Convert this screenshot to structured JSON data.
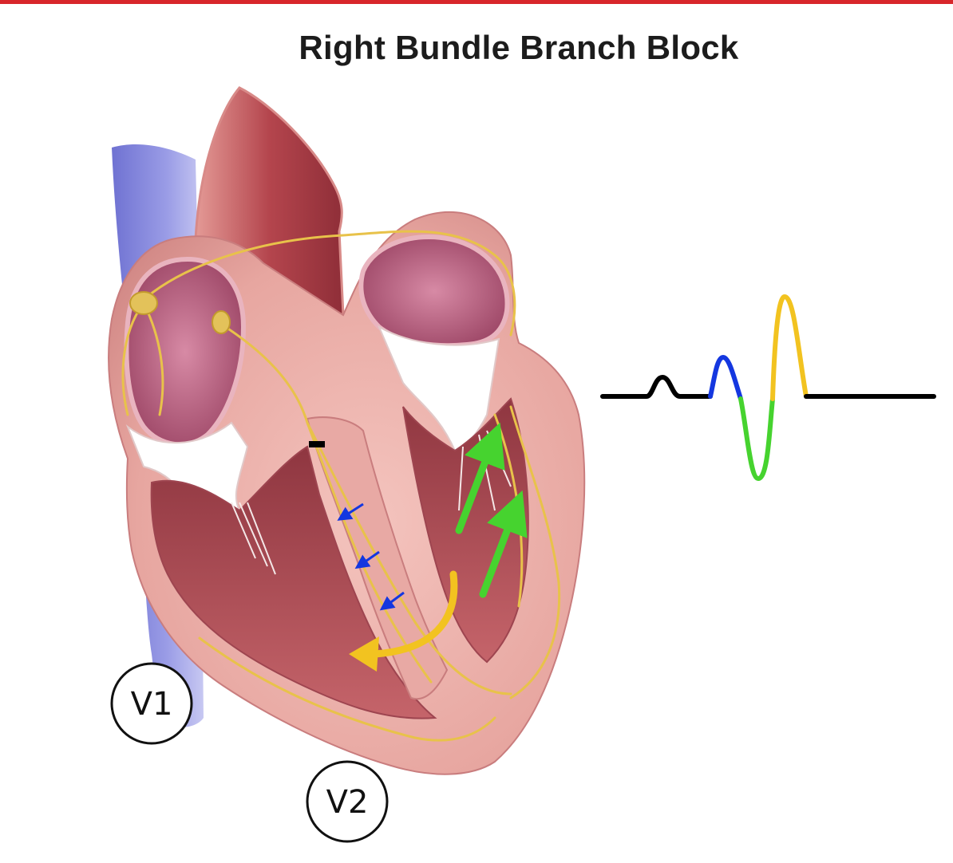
{
  "title": "Right Bundle Branch Block",
  "leads": {
    "v1": "V1",
    "v2": "V2"
  },
  "colors": {
    "accent_rule": "#d8262b",
    "vein": "#8d8fdc",
    "heart_wall": "#e6a4a0",
    "heart_chamber": "#b24e54",
    "conduction": "#e8c24a",
    "ecg_baseline": "#000000",
    "ecg_r": "#1437e0",
    "ecg_s": "#46d32f",
    "ecg_r_prime": "#f2c320",
    "depolarization_arrow_left": "#f2c320",
    "depolarization_arrow_right": "#46d32f",
    "septal_arrows": "#1437e0",
    "block_marker": "#000000"
  },
  "icons": {
    "sa_node": "sa-node-icon",
    "av_node": "av-node-icon",
    "block": "conduction-block-icon"
  }
}
